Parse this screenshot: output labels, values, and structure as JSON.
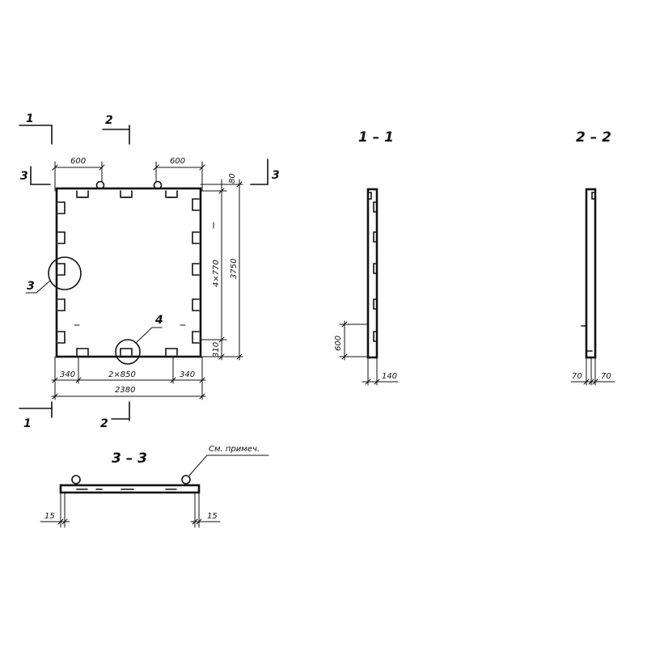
{
  "plan": {
    "section_marks": {
      "m1": "1",
      "m2": "2",
      "m3": "3"
    },
    "dimensions": {
      "top_left": "600",
      "top_right": "600",
      "right_top": "80",
      "right_span": "4×770",
      "right_total": "3750",
      "right_bottom": "310",
      "bottom_left": "340",
      "bottom_mid": "2×850",
      "bottom_right": "340",
      "bottom_total": "2380"
    },
    "callouts": {
      "node_3": "3",
      "node_4": "4"
    }
  },
  "section_1_1": {
    "title": "1 – 1",
    "dim_vertical": "600",
    "dim_thickness": "140"
  },
  "section_2_2": {
    "title": "2 – 2",
    "dim_left": "70",
    "dim_right": "70"
  },
  "section_3_3": {
    "title": "3 – 3",
    "note": "См. примеч.",
    "dim_left": "15",
    "dim_right": "15"
  }
}
